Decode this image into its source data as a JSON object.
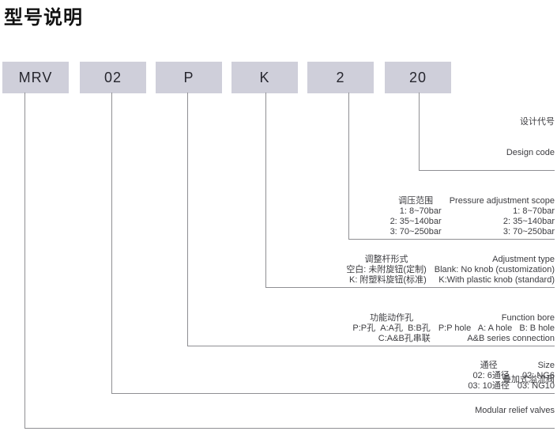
{
  "title": "型号说明",
  "model": {
    "segments": [
      "MRV",
      "02",
      "P",
      "K",
      "2",
      "20"
    ]
  },
  "sections": {
    "design_code": {
      "cn": "设计代号",
      "en": "Design code"
    },
    "pressure": {
      "heading_cn": "调压范围",
      "heading_en": "Pressure adjustment scope",
      "rows": [
        {
          "cn": "1: 8~70bar",
          "en": "1: 8~70bar"
        },
        {
          "cn": "2: 35~140bar",
          "en": "2: 35~140bar"
        },
        {
          "cn": "3: 70~250bar",
          "en": "3: 70~250bar"
        }
      ]
    },
    "adjustment": {
      "heading_cn": "调整杆形式",
      "heading_en": "Adjustment type",
      "rows": [
        {
          "cn": "空白: 未附旋钮(定制)",
          "en": "Blank: No knob (customization)"
        },
        {
          "cn": "K: 附塑料旋钮(标准)",
          "en": "K:With plastic knob (standard)"
        }
      ]
    },
    "function_bore": {
      "heading_cn": "功能动作孔",
      "heading_en": "Function bore",
      "rows": [
        {
          "cn": "P:P孔  A:A孔  B:B孔",
          "en": "P:P hole   A: A hole   B: B hole"
        },
        {
          "cn": "C:A&B孔串联",
          "en": "A&B series connection"
        }
      ]
    },
    "size": {
      "heading_cn": "通径",
      "heading_en": "Size",
      "rows": [
        {
          "cn": "02: 6通径",
          "en": "02: NG6"
        },
        {
          "cn": "03: 10通径",
          "en": "03: NG10"
        }
      ]
    },
    "product": {
      "cn": "叠加式溢流阀",
      "en": "Modular relief valves"
    }
  },
  "colors": {
    "box_fill": "#cfcfda",
    "line": "#8f8f93",
    "text": "#3c3c40",
    "title_text": "#121212"
  }
}
